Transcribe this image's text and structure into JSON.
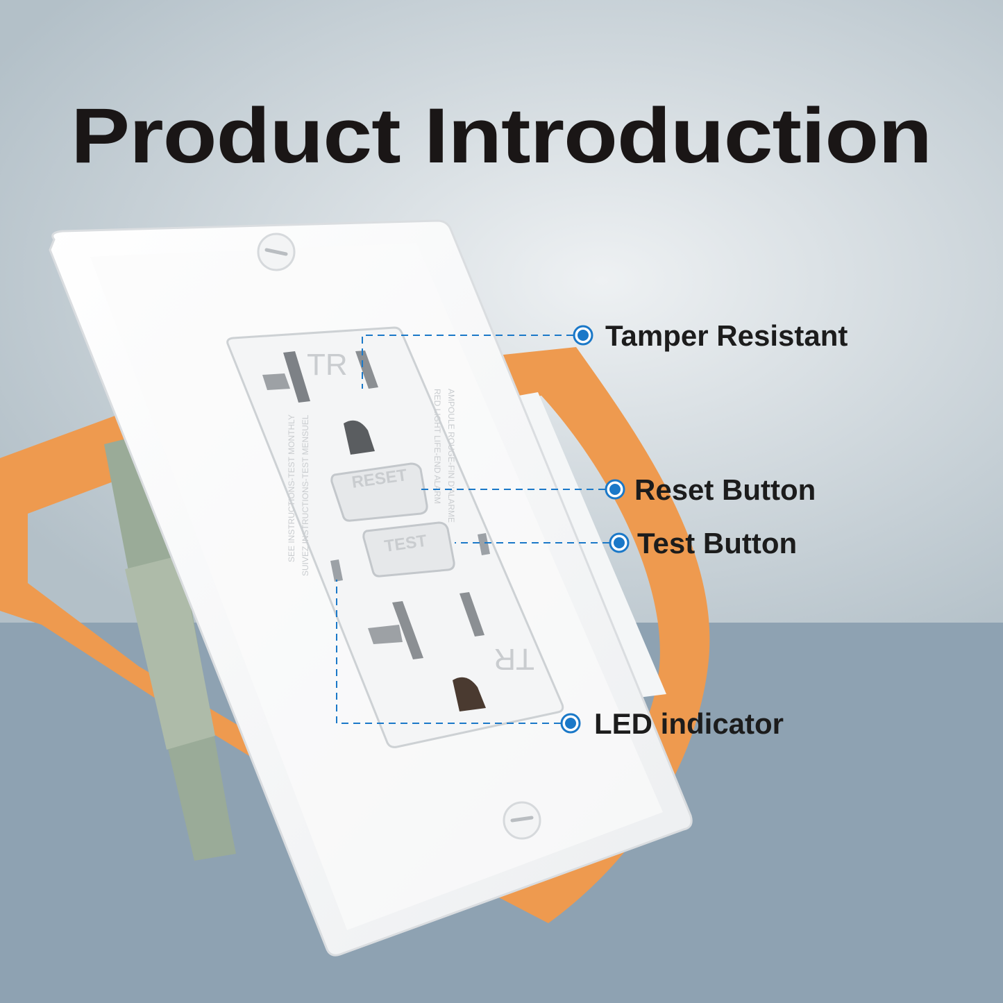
{
  "title": "Product Introduction",
  "callouts": [
    {
      "label": "Tamper Resistant"
    },
    {
      "label": "Reset Button"
    },
    {
      "label": "Test Button"
    },
    {
      "label": "LED indicator"
    }
  ],
  "outlet": {
    "tr_mark": "TR",
    "reset_label": "RESET",
    "test_label": "TEST",
    "left_text_1": "SEE INSTRUCTIONS-TEST MONTHLY",
    "left_text_2": "SUIVEZ INSTRUCTIONS-TEST MENSUEL",
    "right_text_1": "RED LIGHT LIFE-END ALARM",
    "right_text_2": "AMPOULE ROUGE-FIN D'ALARME"
  },
  "colors": {
    "accent_orange": "#ee9a4f",
    "callout_blue": "#1a78c8",
    "wall_upper": "#dfe5e9",
    "wall_lower": "#8ea2b2"
  }
}
